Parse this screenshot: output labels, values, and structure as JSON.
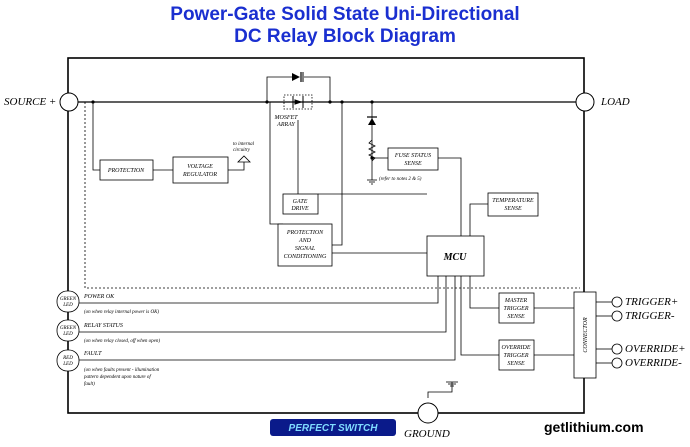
{
  "title": {
    "line1": "Power-Gate Solid State Uni-Directional",
    "line2": "DC Relay Block Diagram"
  },
  "terminals": {
    "source": "SOURCE +",
    "load": "LOAD",
    "ground": "GROUND",
    "trigger_pos": "TRIGGER+",
    "trigger_neg": "TRIGGER-",
    "override_pos": "OVERRIDE+",
    "override_neg": "OVERRIDE-"
  },
  "blocks": {
    "protection": "PROTECTION",
    "voltage_regulator": [
      "VOLTAGE",
      "REGULATOR"
    ],
    "internal_note": [
      "to internal",
      "circuitry"
    ],
    "mosfet_array": [
      "MOSFET",
      "ARRAY"
    ],
    "gate_drive": [
      "GATE",
      "DRIVE"
    ],
    "protection_signal": [
      "PROTECTION",
      "AND",
      "SIGNAL",
      "CONDITIONING"
    ],
    "fuse_status": [
      "FUSE STATUS",
      "SENSE"
    ],
    "fuse_note": "(refer to notes 2 & 5)",
    "temperature": [
      "TEMPERATURE",
      "SENSE"
    ],
    "mcu": "MCU",
    "master_trigger": [
      "MASTER",
      "TRIGGER",
      "SENSE"
    ],
    "override_trigger": [
      "OVERRIDE",
      "TRIGGER",
      "SENSE"
    ],
    "connector": "CONNECTOR"
  },
  "leds": [
    {
      "label": [
        "GREEN",
        "LED"
      ],
      "signal": "POWER OK",
      "note": [
        "(on when relay internal power is OK)"
      ]
    },
    {
      "label": [
        "GREEN",
        "LED"
      ],
      "signal": "RELAY STATUS",
      "note": [
        "(on when relay closed, off when open)"
      ]
    },
    {
      "label": [
        "RED",
        "LED"
      ],
      "signal": "FAULT",
      "note": [
        "(on when faults present - illumination",
        "pattern dependent upon nature of",
        "fault)"
      ]
    }
  ],
  "footer": {
    "logo": "PERFECT SWITCH",
    "site": "getlithium.com"
  },
  "colors": {
    "title": "#1a2fd0",
    "logo_bg": "#0a1a8a",
    "logo_text": "#7fdcff"
  }
}
